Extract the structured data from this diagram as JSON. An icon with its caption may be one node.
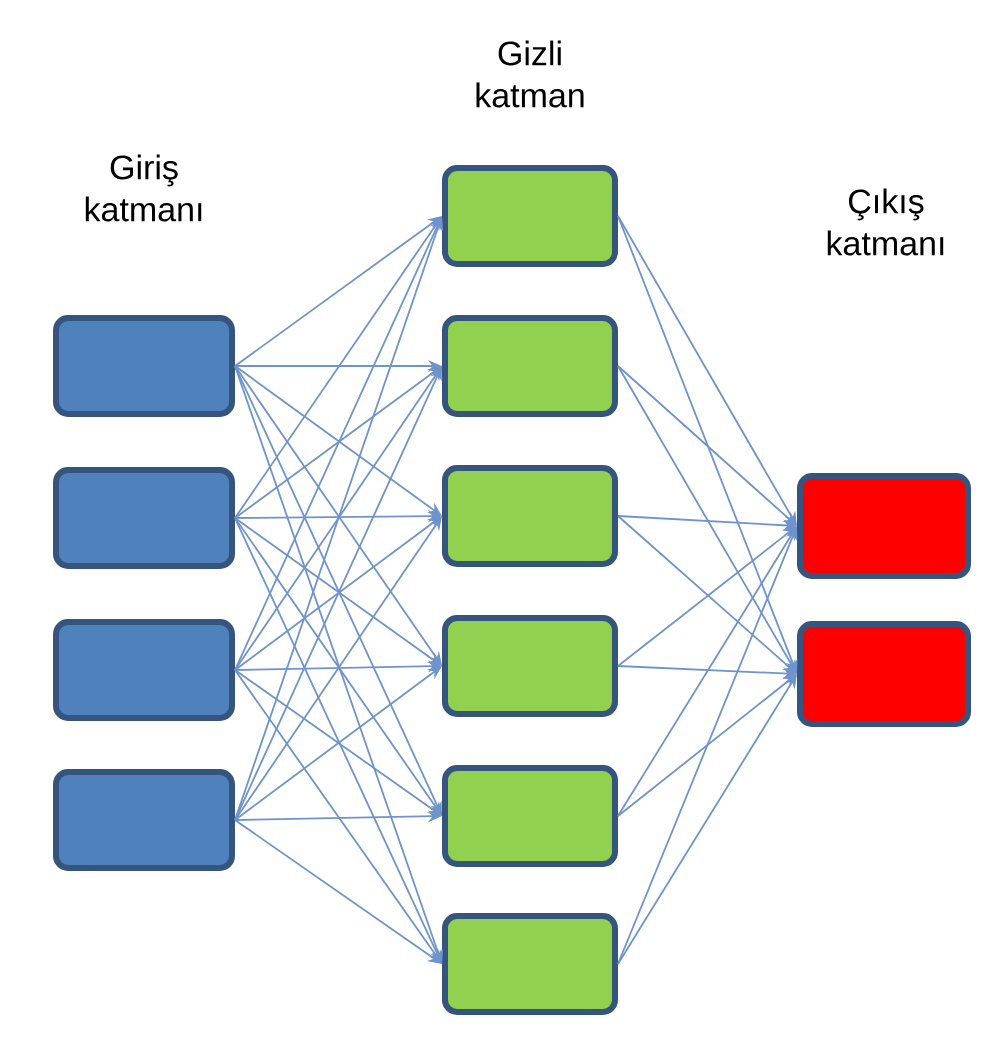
{
  "diagram": {
    "nodes": [
      {
        "text": [],
        "shape": "box"
      },
      {
        "text": [],
        "shape": "box"
      },
      {
        "text": [],
        "shape": "box"
      },
      {
        "text": [],
        "shape": "box"
      },
      {
        "text": [],
        "shape": "box"
      },
      {
        "text": [],
        "shape": "box"
      },
      {
        "text": [],
        "shape": "box"
      },
      {
        "text": [],
        "shape": "box"
      },
      {
        "text": [],
        "shape": "box"
      },
      {
        "text": [],
        "shape": "box"
      },
      {
        "text": [],
        "shape": "box"
      },
      {
        "text": [],
        "shape": "box"
      }
    ],
    "edges": [
      {
        "from": 0,
        "to": 4,
        "arrow": "to"
      },
      {
        "from": 0,
        "to": 5,
        "arrow": "to"
      },
      {
        "from": 0,
        "to": 6,
        "arrow": "to"
      },
      {
        "from": 0,
        "to": 7,
        "arrow": "to"
      },
      {
        "from": 0,
        "to": 8,
        "arrow": "to"
      },
      {
        "from": 0,
        "to": 9,
        "arrow": "to"
      },
      {
        "from": 1,
        "to": 4,
        "arrow": "to"
      },
      {
        "from": 1,
        "to": 5,
        "arrow": "to"
      },
      {
        "from": 1,
        "to": 6,
        "arrow": "to"
      },
      {
        "from": 1,
        "to": 7,
        "arrow": "to"
      },
      {
        "from": 1,
        "to": 8,
        "arrow": "to"
      },
      {
        "from": 1,
        "to": 9,
        "arrow": "to"
      },
      {
        "from": 2,
        "to": 4,
        "arrow": "to"
      },
      {
        "from": 2,
        "to": 5,
        "arrow": "to"
      },
      {
        "from": 2,
        "to": 6,
        "arrow": "to"
      },
      {
        "from": 2,
        "to": 7,
        "arrow": "to"
      },
      {
        "from": 2,
        "to": 8,
        "arrow": "to"
      },
      {
        "from": 2,
        "to": 9,
        "arrow": "to"
      },
      {
        "from": 3,
        "to": 4,
        "arrow": "to"
      },
      {
        "from": 3,
        "to": 5,
        "arrow": "to"
      },
      {
        "from": 3,
        "to": 6,
        "arrow": "to"
      },
      {
        "from": 3,
        "to": 7,
        "arrow": "to"
      },
      {
        "from": 3,
        "to": 8,
        "arrow": "to"
      },
      {
        "from": 3,
        "to": 9,
        "arrow": "to"
      },
      {
        "from": 4,
        "to": 10,
        "arrow": "to"
      },
      {
        "from": 4,
        "to": 11,
        "arrow": "to"
      },
      {
        "from": 5,
        "to": 10,
        "arrow": "to"
      },
      {
        "from": 5,
        "to": 11,
        "arrow": "to"
      },
      {
        "from": 6,
        "to": 10,
        "arrow": "to"
      },
      {
        "from": 6,
        "to": 11,
        "arrow": "to"
      },
      {
        "from": 7,
        "to": 10,
        "arrow": "to"
      },
      {
        "from": 7,
        "to": 11,
        "arrow": "to"
      },
      {
        "from": 8,
        "to": 10,
        "arrow": "to"
      },
      {
        "from": 8,
        "to": 11,
        "arrow": "to"
      },
      {
        "from": 9,
        "to": 10,
        "arrow": "to"
      },
      {
        "from": 9,
        "to": 11,
        "arrow": "to"
      }
    ],
    "labels": [
      "Gizli katman",
      "Giriş katmanı",
      "Çıkış katmanı"
    ]
  }
}
